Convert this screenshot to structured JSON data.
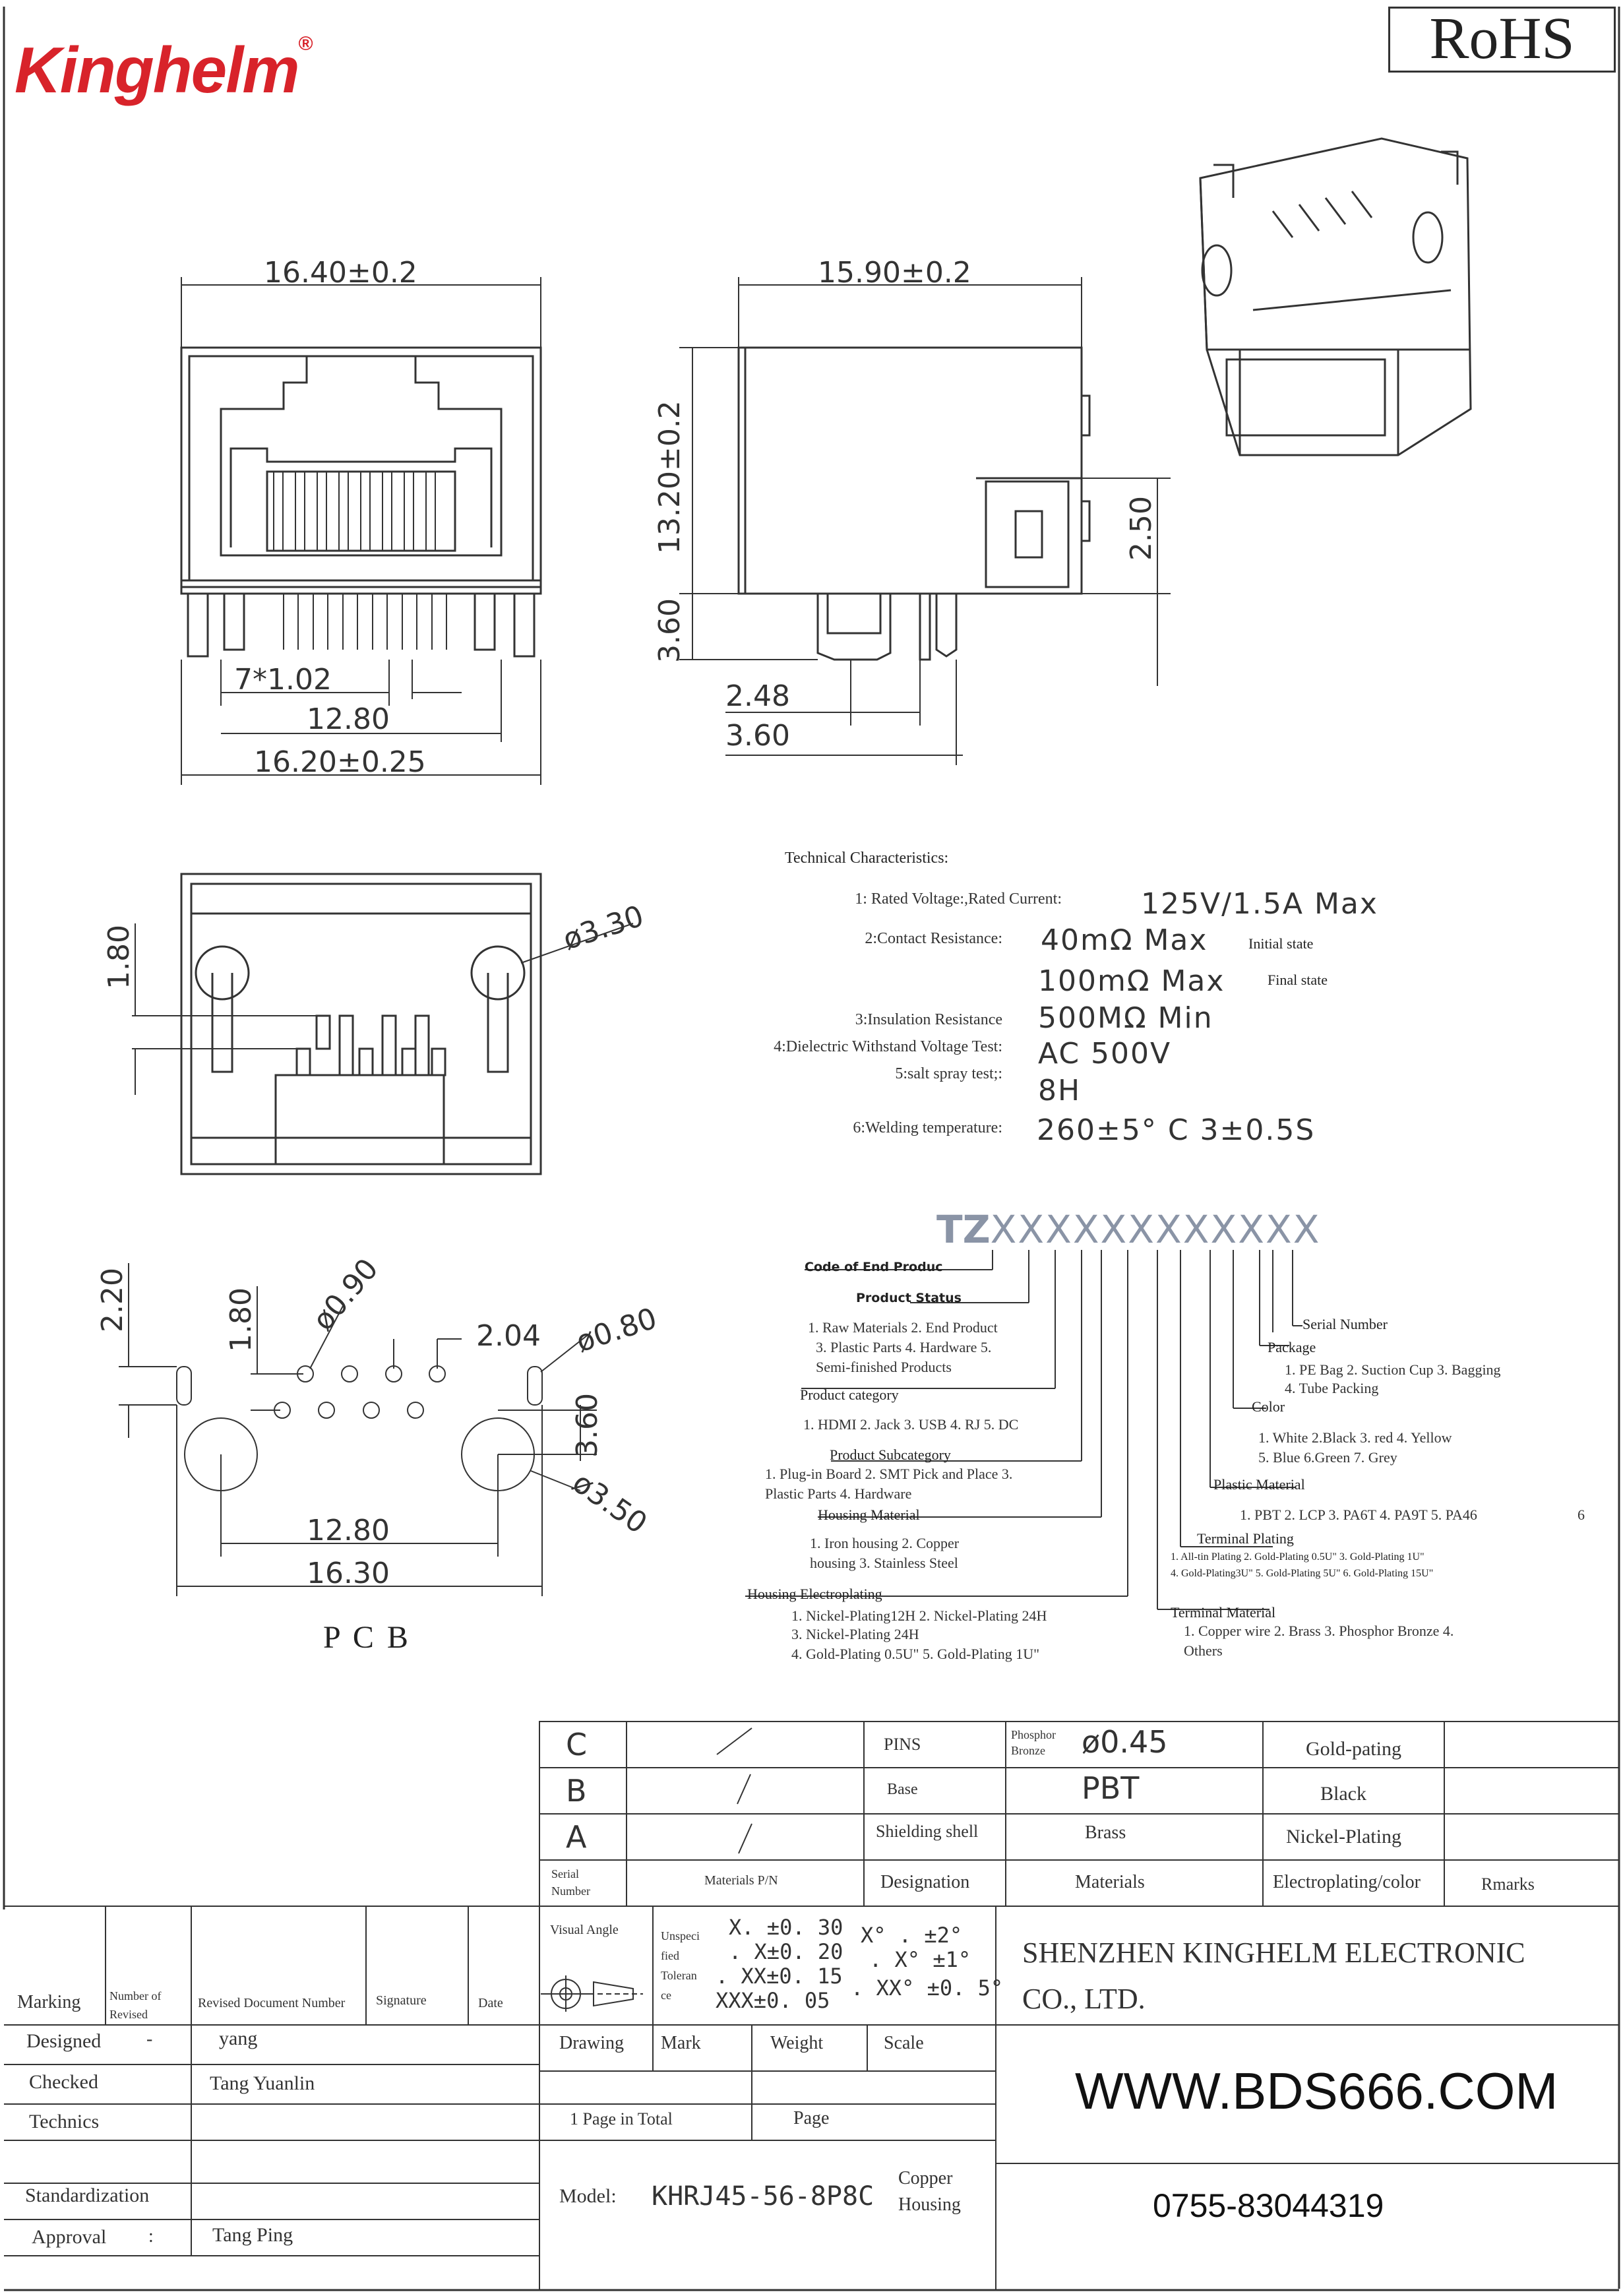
{
  "brand": {
    "logo": "Kinghelm",
    "rohs": "RoHS"
  },
  "dims": {
    "front_width": "16.40±0.2",
    "side_width": "15.90±0.2",
    "height": "13.20±0.2",
    "side_small": "2.50",
    "bottom_left": "3.60",
    "pitch": "7*1.02",
    "pin_span": "12.80",
    "base_width": "16.20±0.25",
    "side_a": "2.48",
    "side_b": "3.60",
    "rear_h": "1.80",
    "rear_hole": "ø3.30",
    "pcb_220": "2.20",
    "pcb_180": "1.80",
    "pcb_hole1": "ø0.90",
    "pcb_204": "2.04",
    "pcb_hole2": "ø0.80",
    "pcb_360": "3.60",
    "pcb_hole3": "ø3.50",
    "pcb_1280": "12.80",
    "pcb_1630": "16.30",
    "pcb_label": "P C B"
  },
  "tech": {
    "title": "Technical Characteristics:",
    "rows": [
      {
        "label": "1: Rated Voltage:,Rated Current:",
        "value": "125V/1.5A Max",
        "note": ""
      },
      {
        "label": "2:Contact Resistance:",
        "value": "40mΩ Max",
        "note": "Initial state"
      },
      {
        "label": "",
        "value": "100mΩ Max",
        "note": "Final state"
      },
      {
        "label": "3:Insulation Resistance",
        "value": "500MΩ Min",
        "note": ""
      },
      {
        "label": "4:Dielectric Withstand Voltage Test:",
        "value": "AC 500V",
        "note": ""
      },
      {
        "label": "5:salt spray test;:",
        "value": "8H",
        "note": ""
      },
      {
        "label": "6:Welding temperature:",
        "value": "260±5° C 3±0.5S",
        "note": ""
      }
    ]
  },
  "partno": {
    "prefix": "TZ",
    "code": "XXXXXXXXXXXX",
    "code_of_end": "Code of End Produc",
    "product_status": "Product Status",
    "status_opts_1": "1. Raw Materials  2. End Product",
    "status_opts_2": "3. Plastic Parts 4.  Hardware  5.",
    "status_opts_3": "Semi-finished Products",
    "product_category": "Product category",
    "category_opts": "1. HDMI  2. Jack  3. USB  4. RJ   5. DC",
    "product_subcategory": "Product Subcategory",
    "sub_opts_1": "1. Plug-in Board  2.  SMT Pick and Place  3.",
    "sub_opts_2": "Plastic Parts  4.  Hardware",
    "housing_material": "Housing Material",
    "housing_opts_1": "1. Iron housing   2. Copper",
    "housing_opts_2": "housing  3. Stainless Steel",
    "housing_electro": "Housing Electroplating",
    "electro_opts_1": "1.  Nickel-Plating12H  2. Nickel-Plating 24H",
    "electro_opts_2": "3. Nickel-Plating 24H",
    "electro_opts_3": "4. Gold-Plating 0.5U\"  5. Gold-Plating 1U\"",
    "serial": "Serial Number",
    "package": "Package",
    "package_opts_1": "1. PE Bag   2. Suction Cup  3. Bagging",
    "package_opts_2": "4.  Tube Packing",
    "color": "Color",
    "color_opts_1": "1. White   2.Black  3. red   4. Yellow",
    "color_opts_2": "5. Blue  6.Green   7. Grey",
    "plastic": "Plastic Material",
    "plastic_opts": "1. PBT   2. LCP   3. PA6T  4. PA9T  5. PA46",
    "plastic_extra": "6",
    "terminal_plating": "Terminal Plating",
    "tp_opts_1": "1. All-tin Plating  2. Gold-Plating 0.5U\"  3. Gold-Plating 1U\"",
    "tp_opts_2": "4. Gold-Plating3U\"  5.  Gold-Plating 5U\"  6.  Gold-Plating 15U\"",
    "terminal_material": "Terminal Material",
    "tm_opts_1": "1. Copper wire  2. Brass  3. Phosphor Bronze  4.",
    "tm_opts_2": "Others"
  },
  "bom": {
    "rows": [
      {
        "serial": "C",
        "mat_pn": "/",
        "designation": "PINS",
        "mat_pre": "Phosphor Bronze",
        "material": "ø0.45",
        "finish": "Gold-pating",
        "remark": ""
      },
      {
        "serial": "B",
        "mat_pn": "/",
        "designation": "Base",
        "mat_pre": "",
        "material": "PBT",
        "finish": "Black",
        "remark": ""
      },
      {
        "serial": "A",
        "mat_pn": "/",
        "designation": "Shielding shell",
        "mat_pre": "",
        "material": "Brass",
        "finish": "Nickel-Plating",
        "remark": ""
      }
    ],
    "header": {
      "serial": "Serial Number",
      "mat_pn": "Materials P/N",
      "designation": "Designation",
      "material": "Materials",
      "finish": "Electroplating/color",
      "remark": "Rmarks"
    }
  },
  "title_block": {
    "marking": "Marking",
    "num_revised": "Number of Revised",
    "rev_doc": "Revised Document Number",
    "signature": "Signature",
    "date": "Date",
    "designed": "Designed",
    "designed_mark": "-",
    "designed_by": "yang",
    "checked": "Checked",
    "checked_by": "Tang Yuanlin",
    "technics": "Technics",
    "standardization": "Standardization",
    "approval": "Approval",
    "approval_mark": ":",
    "approval_by": "Tang Ping",
    "visual_angle": "Visual Angle",
    "unspec_1": "Unspeci",
    "unspec_2": "fied",
    "unspec_3": "Toleran",
    "unspec_4": "ce",
    "tol1": "X. ±0. 30",
    "tol2": ". X±0. 20",
    "tol3": ". XX±0. 15",
    "tol4": "XXX±0. 05",
    "ang1": "X°  . ±2°",
    "ang2": ". X°  ±1°",
    "ang3": ". XX°  ±0. 5°",
    "drawing": "Drawing",
    "mark": "Mark",
    "weight": "Weight",
    "scale": "Scale",
    "page_total": "1 Page in Total",
    "page": "Page",
    "model_label": "Model:",
    "model": "KHRJ45-56-8P8C",
    "housing_1": "Copper",
    "housing_2": "Housing",
    "company_1": "SHENZHEN KINGHELM ELECTRONIC",
    "company_2": "CO., LTD.",
    "website": "WWW.BDS666.COM",
    "phone": "0755-83044319"
  },
  "colors": {
    "brand_red": "#d8232a",
    "line": "#333333"
  }
}
